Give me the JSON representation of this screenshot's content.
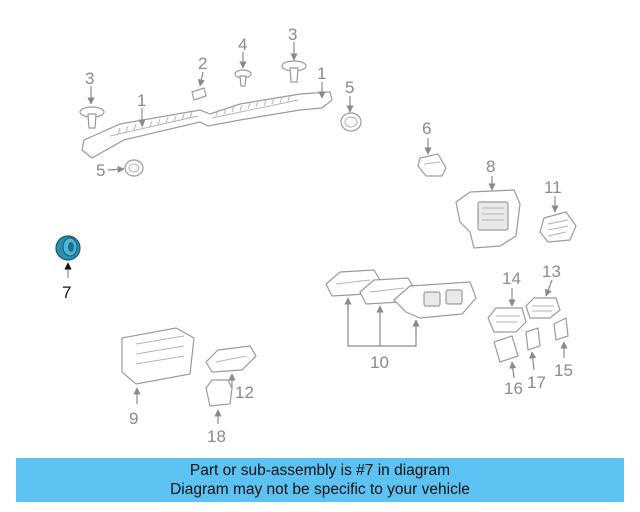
{
  "diagram": {
    "highlight_color": "#2a8fb0",
    "callouts": {
      "c1a": "1",
      "c1b": "1",
      "c2": "2",
      "c3a": "3",
      "c3b": "3",
      "c4": "4",
      "c5a": "5",
      "c5b": "5",
      "c6": "6",
      "c7": "7",
      "c8": "8",
      "c9": "9",
      "c10": "10",
      "c11": "11",
      "c12": "12",
      "c13": "13",
      "c14": "14",
      "c15": "15",
      "c16": "16",
      "c17": "17",
      "c18": "18"
    }
  },
  "banner": {
    "line1": "Part or sub-assembly is #7 in diagram",
    "line2": "Diagram may not be specific to your vehicle"
  }
}
